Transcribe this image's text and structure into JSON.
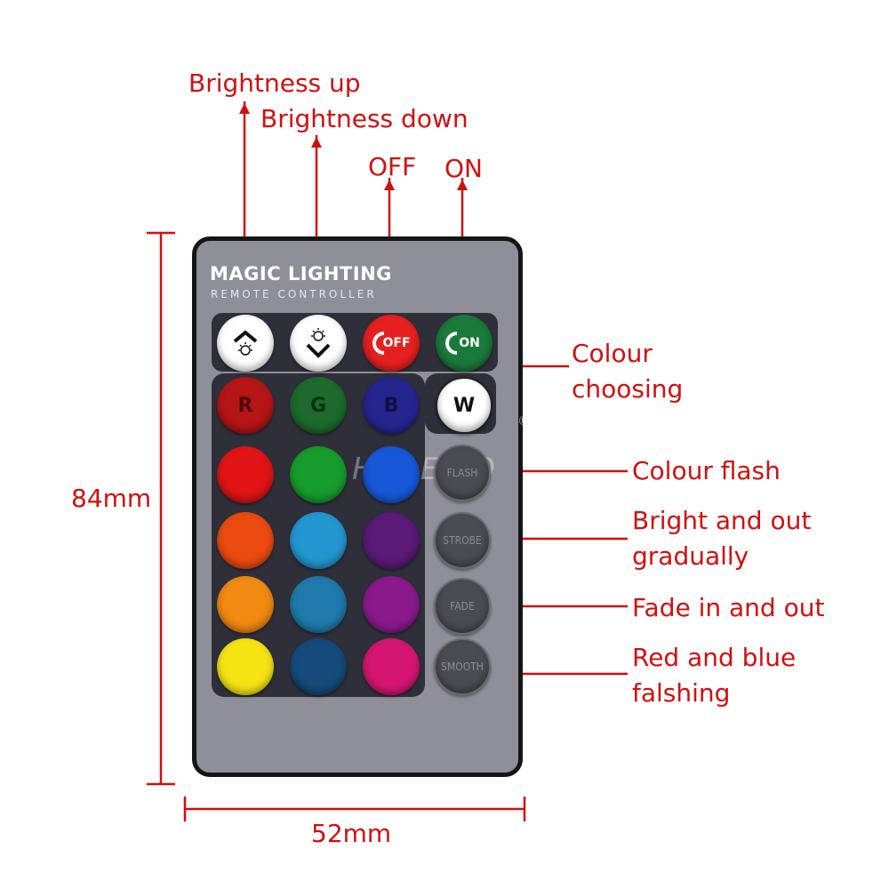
{
  "labels": {
    "brightness_up": "Brightness up",
    "brightness_down": "Brightness down",
    "off": "OFF",
    "on": "ON",
    "colour_choosing": [
      "Colour",
      "choosing"
    ],
    "colour_flash": "Colour flash",
    "bright_out": [
      "Bright and out",
      "gradually"
    ],
    "fade": "Fade in and out",
    "red_blue": [
      "Red and blue",
      "falshing"
    ],
    "height": "84mm",
    "width": "52mm"
  },
  "remote": {
    "brand_title": "MAGIC LIGHTING",
    "brand_subtitle": "REMOTE CONTROLLER",
    "watermark": "HVIERO",
    "registered_mark": "®",
    "top_buttons": [
      {
        "name": "brightness-up-button",
        "icon": "brightness-up-icon",
        "text": "",
        "color": "#ffffff"
      },
      {
        "name": "brightness-down-button",
        "icon": "brightness-down-icon",
        "text": "",
        "color": "#ffffff"
      },
      {
        "name": "off-button",
        "icon": "power-icon",
        "text": "OFF",
        "color": "#e62020"
      },
      {
        "name": "on-button",
        "icon": "power-icon",
        "text": "ON",
        "color": "#1a7a3a"
      }
    ],
    "color_rows": [
      [
        {
          "color": "#b41515",
          "letter": "R"
        },
        {
          "color": "#1d6a2c",
          "letter": "G"
        },
        {
          "color": "#252590",
          "letter": "B"
        },
        {
          "color": "#ffffff",
          "letter": "W"
        }
      ],
      [
        {
          "color": "#e01414",
          "letter": ""
        },
        {
          "color": "#169c2c",
          "letter": ""
        },
        {
          "color": "#1658d8",
          "letter": ""
        }
      ],
      [
        {
          "color": "#ea4a10",
          "letter": ""
        },
        {
          "color": "#2396d0",
          "letter": ""
        },
        {
          "color": "#5a1a78",
          "letter": ""
        }
      ],
      [
        {
          "color": "#f08a10",
          "letter": ""
        },
        {
          "color": "#1e7aaa",
          "letter": ""
        },
        {
          "color": "#8a1a8c",
          "letter": ""
        }
      ],
      [
        {
          "color": "#f5e412",
          "letter": ""
        },
        {
          "color": "#154a7a",
          "letter": ""
        },
        {
          "color": "#d41672",
          "letter": ""
        }
      ]
    ],
    "fx_buttons": [
      "FLASH",
      "STROBE",
      "FADE",
      "SMOOTH"
    ]
  }
}
